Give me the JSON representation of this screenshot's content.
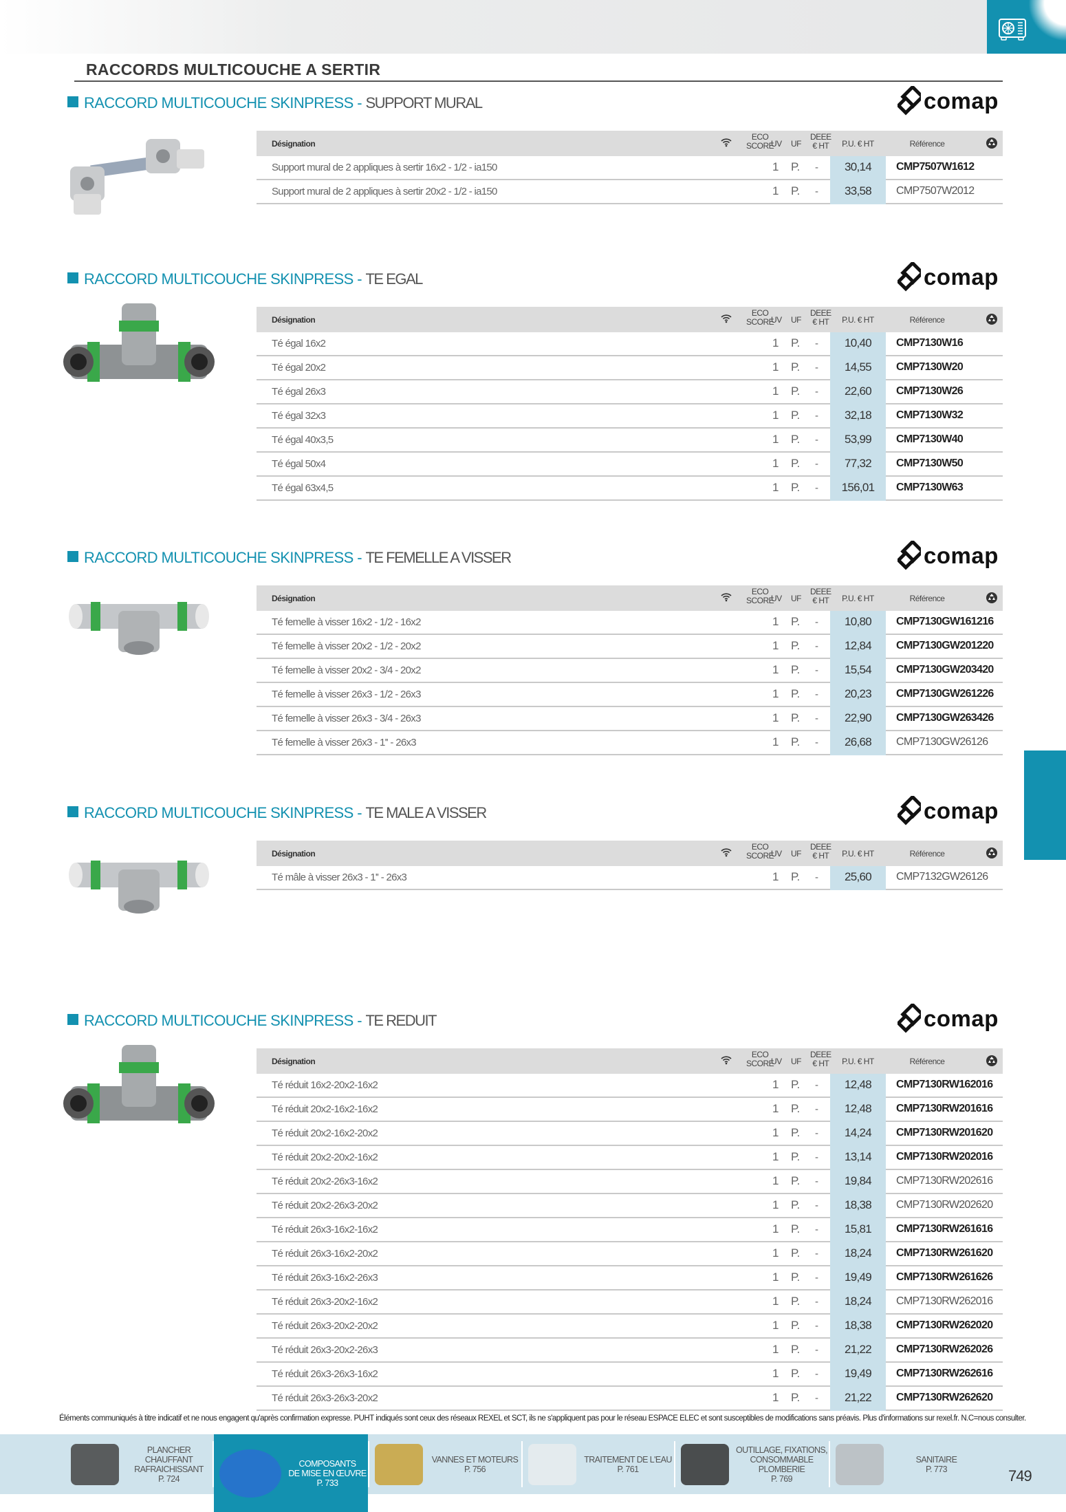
{
  "header": {
    "category_icon": "air-conditioner-icon",
    "accent_color": "#1391b0"
  },
  "page_title": "RACCORDS MULTICOUCHE A SERTIR",
  "brand": "comap",
  "table_headers": {
    "designation": "Désignation",
    "eco_line1": "ECO",
    "eco_line2": "SCORE",
    "uv": "UV",
    "uf": "UF",
    "deee_line1": "DEEE",
    "deee_line2": "€ HT",
    "pu": "P.U. € HT",
    "reference": "Référence",
    "wifi_icon": "wifi-icon",
    "recycle_icon": "recycle-icon"
  },
  "sections": [
    {
      "prefix": "RACCORD MULTICOUCHE SKINPRESS - ",
      "suffix": "SUPPORT MURAL",
      "image": "wall-bracket",
      "rows": [
        {
          "designation": "Support mural de 2 appliques à sertir 16x2 - 1/2 - ia150",
          "uv": "1",
          "uf": "P.",
          "deee": "-",
          "price": "30,14",
          "ref": "CMP7507W1612",
          "bold": true
        },
        {
          "designation": "Support mural de 2 appliques à sertir 20x2 - 1/2 - ia150",
          "uv": "1",
          "uf": "P.",
          "deee": "-",
          "price": "33,58",
          "ref": "CMP7507W2012",
          "bold": false
        }
      ]
    },
    {
      "prefix": "RACCORD MULTICOUCHE SKINPRESS - ",
      "suffix": "TE EGAL",
      "image": "tee-green",
      "rows": [
        {
          "designation": "Té égal 16x2",
          "uv": "1",
          "uf": "P.",
          "deee": "-",
          "price": "10,40",
          "ref": "CMP7130W16",
          "bold": true
        },
        {
          "designation": "Té égal 20x2",
          "uv": "1",
          "uf": "P.",
          "deee": "-",
          "price": "14,55",
          "ref": "CMP7130W20",
          "bold": true
        },
        {
          "designation": "Té égal 26x3",
          "uv": "1",
          "uf": "P.",
          "deee": "-",
          "price": "22,60",
          "ref": "CMP7130W26",
          "bold": true
        },
        {
          "designation": "Té égal 32x3",
          "uv": "1",
          "uf": "P.",
          "deee": "-",
          "price": "32,18",
          "ref": "CMP7130W32",
          "bold": true
        },
        {
          "designation": "Té égal 40x3,5",
          "uv": "1",
          "uf": "P.",
          "deee": "-",
          "price": "53,99",
          "ref": "CMP7130W40",
          "bold": true
        },
        {
          "designation": "Té égal 50x4",
          "uv": "1",
          "uf": "P.",
          "deee": "-",
          "price": "77,32",
          "ref": "CMP7130W50",
          "bold": true
        },
        {
          "designation": "Té égal 63x4,5",
          "uv": "1",
          "uf": "P.",
          "deee": "-",
          "price": "156,01",
          "ref": "CMP7130W63",
          "bold": true
        }
      ]
    },
    {
      "prefix": "RACCORD MULTICOUCHE SKINPRESS - ",
      "suffix": "TE FEMELLE A VISSER",
      "image": "tee-female",
      "rows": [
        {
          "designation": "Té femelle à visser 16x2 - 1/2 - 16x2",
          "uv": "1",
          "uf": "P.",
          "deee": "-",
          "price": "10,80",
          "ref": "CMP7130GW161216",
          "bold": true
        },
        {
          "designation": "Té femelle à visser 20x2 - 1/2 - 20x2",
          "uv": "1",
          "uf": "P.",
          "deee": "-",
          "price": "12,84",
          "ref": "CMP7130GW201220",
          "bold": true
        },
        {
          "designation": "Té femelle à visser 20x2 - 3/4 - 20x2",
          "uv": "1",
          "uf": "P.",
          "deee": "-",
          "price": "15,54",
          "ref": "CMP7130GW203420",
          "bold": true
        },
        {
          "designation": "Té femelle à visser 26x3 - 1/2 - 26x3",
          "uv": "1",
          "uf": "P.",
          "deee": "-",
          "price": "20,23",
          "ref": "CMP7130GW261226",
          "bold": true
        },
        {
          "designation": "Té femelle à visser 26x3 - 3/4 - 26x3",
          "uv": "1",
          "uf": "P.",
          "deee": "-",
          "price": "22,90",
          "ref": "CMP7130GW263426",
          "bold": true
        },
        {
          "designation": "Té femelle à visser 26x3 - 1'' - 26x3",
          "uv": "1",
          "uf": "P.",
          "deee": "-",
          "price": "26,68",
          "ref": "CMP7130GW26126",
          "bold": false
        }
      ]
    },
    {
      "prefix": "RACCORD MULTICOUCHE SKINPRESS - ",
      "suffix": "TE MALE A VISSER",
      "image": "tee-male",
      "rows": [
        {
          "designation": "Té mâle à visser 26x3 - 1'' - 26x3",
          "uv": "1",
          "uf": "P.",
          "deee": "-",
          "price": "25,60",
          "ref": "CMP7132GW26126",
          "bold": false
        }
      ]
    },
    {
      "prefix": "RACCORD MULTICOUCHE SKINPRESS - ",
      "suffix": "TE REDUIT",
      "image": "tee-green",
      "rows": [
        {
          "designation": "Té réduit 16x2-20x2-16x2",
          "uv": "1",
          "uf": "P.",
          "deee": "-",
          "price": "12,48",
          "ref": "CMP7130RW162016",
          "bold": true
        },
        {
          "designation": "Té réduit 20x2-16x2-16x2",
          "uv": "1",
          "uf": "P.",
          "deee": "-",
          "price": "12,48",
          "ref": "CMP7130RW201616",
          "bold": true
        },
        {
          "designation": "Té réduit 20x2-16x2-20x2",
          "uv": "1",
          "uf": "P.",
          "deee": "-",
          "price": "14,24",
          "ref": "CMP7130RW201620",
          "bold": true
        },
        {
          "designation": "Té réduit 20x2-20x2-16x2",
          "uv": "1",
          "uf": "P.",
          "deee": "-",
          "price": "13,14",
          "ref": "CMP7130RW202016",
          "bold": true
        },
        {
          "designation": "Té réduit 20x2-26x3-16x2",
          "uv": "1",
          "uf": "P.",
          "deee": "-",
          "price": "19,84",
          "ref": "CMP7130RW202616",
          "bold": false
        },
        {
          "designation": "Té réduit 20x2-26x3-20x2",
          "uv": "1",
          "uf": "P.",
          "deee": "-",
          "price": "18,38",
          "ref": "CMP7130RW202620",
          "bold": false
        },
        {
          "designation": "Té réduit 26x3-16x2-16x2",
          "uv": "1",
          "uf": "P.",
          "deee": "-",
          "price": "15,81",
          "ref": "CMP7130RW261616",
          "bold": true
        },
        {
          "designation": "Té réduit 26x3-16x2-20x2",
          "uv": "1",
          "uf": "P.",
          "deee": "-",
          "price": "18,24",
          "ref": "CMP7130RW261620",
          "bold": true
        },
        {
          "designation": "Té réduit 26x3-16x2-26x3",
          "uv": "1",
          "uf": "P.",
          "deee": "-",
          "price": "19,49",
          "ref": "CMP7130RW261626",
          "bold": true
        },
        {
          "designation": "Té réduit 26x3-20x2-16x2",
          "uv": "1",
          "uf": "P.",
          "deee": "-",
          "price": "18,24",
          "ref": "CMP7130RW262016",
          "bold": false
        },
        {
          "designation": "Té réduit 26x3-20x2-20x2",
          "uv": "1",
          "uf": "P.",
          "deee": "-",
          "price": "18,38",
          "ref": "CMP7130RW262020",
          "bold": true
        },
        {
          "designation": "Té réduit 26x3-20x2-26x3",
          "uv": "1",
          "uf": "P.",
          "deee": "-",
          "price": "21,22",
          "ref": "CMP7130RW262026",
          "bold": true
        },
        {
          "designation": "Té réduit 26x3-26x3-16x2",
          "uv": "1",
          "uf": "P.",
          "deee": "-",
          "price": "19,49",
          "ref": "CMP7130RW262616",
          "bold": true
        },
        {
          "designation": "Té réduit 26x3-26x3-20x2",
          "uv": "1",
          "uf": "P.",
          "deee": "-",
          "price": "21,22",
          "ref": "CMP7130RW262620",
          "bold": true
        }
      ]
    }
  ],
  "disclaimer": "Éléments communiqués à titre indicatif et ne nous engagent qu'après confirmation expresse. PUHT indiqués sont ceux des réseaux REXEL et SCT, ils ne s'appliquent pas pour le réseau ESPACE ELEC et sont susceptibles de modifications sans préavis. Plus d'informations sur rexel.fr. N.C=nous consulter.",
  "footer_nav": [
    {
      "lines": [
        "PLANCHER CHAUFFANT",
        "RAFRAICHISSANT"
      ],
      "page": "P. 724",
      "active": false,
      "icon": "manifold-icon"
    },
    {
      "lines": [
        "COMPOSANTS",
        "DE MISE EN ŒUVRE"
      ],
      "page": "P. 733",
      "active": true,
      "icon": "pipe-coil-icon"
    },
    {
      "lines": [
        "VANNES ET MOTEURS"
      ],
      "page": "P. 756",
      "active": false,
      "icon": "valve-icon"
    },
    {
      "lines": [
        "TRAITEMENT DE L'EAU"
      ],
      "page": "P. 761",
      "active": false,
      "icon": "water-filter-icon"
    },
    {
      "lines": [
        "OUTILLAGE, FIXATIONS,",
        "CONSOMMABLE PLOMBERIE"
      ],
      "page": "P. 769",
      "active": false,
      "icon": "clamps-icon"
    },
    {
      "lines": [
        "SANITAIRE"
      ],
      "page": "P. 773",
      "active": false,
      "icon": "mixer-tap-icon"
    }
  ],
  "page_number": "749"
}
